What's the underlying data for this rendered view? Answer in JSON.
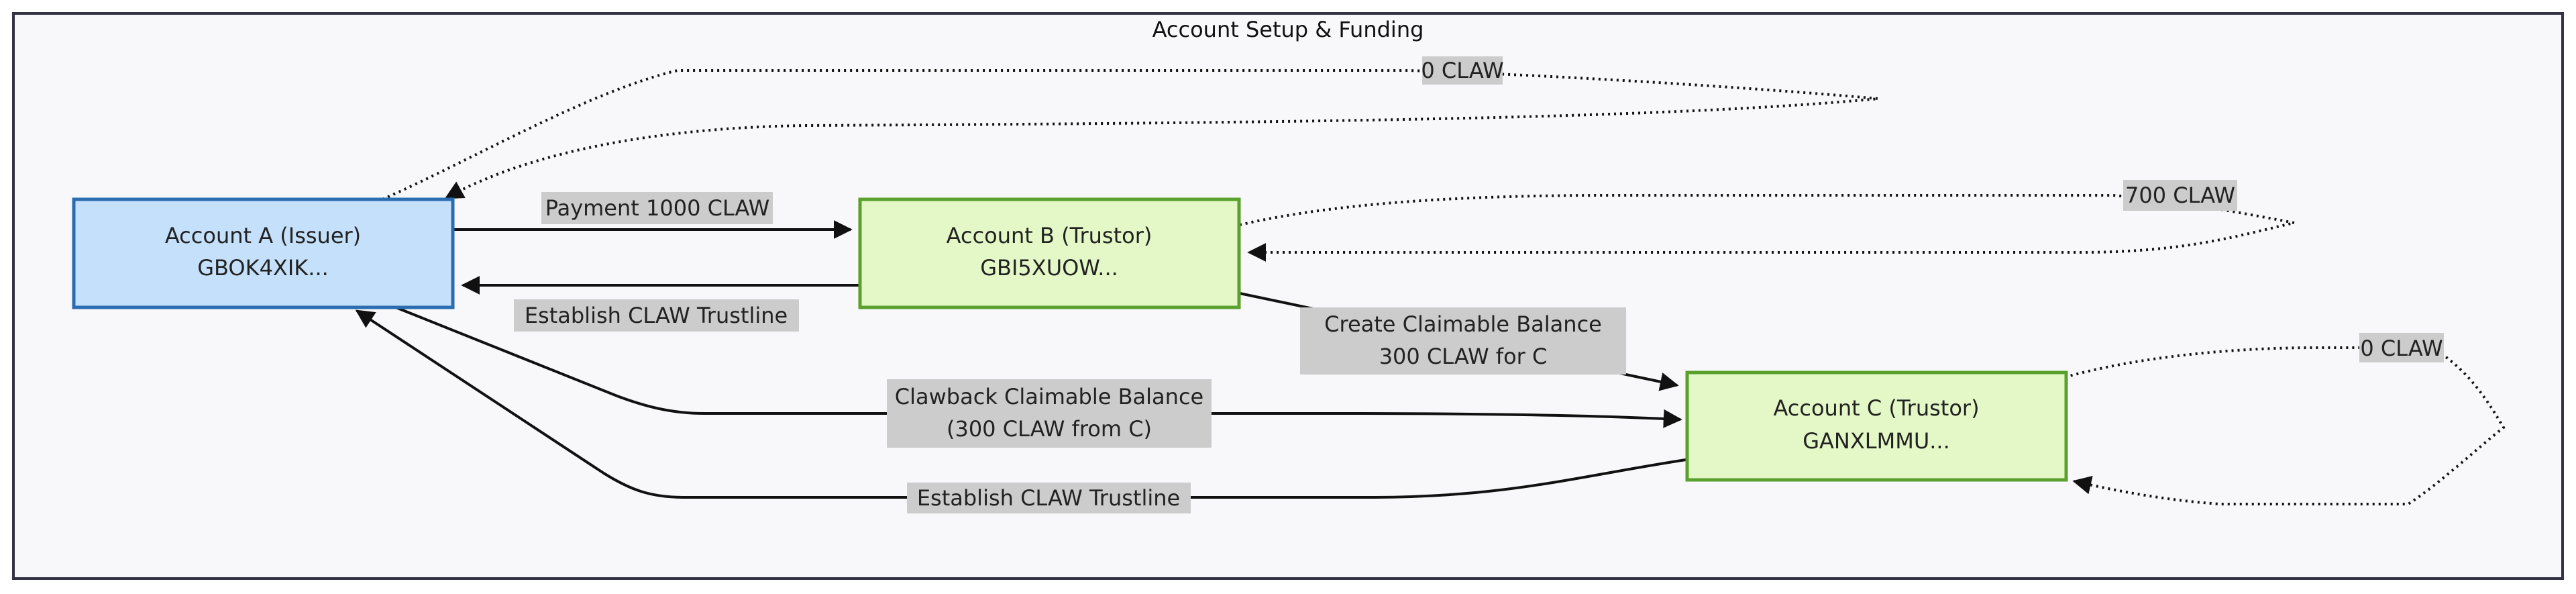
{
  "diagram": {
    "title": "Account Setup & Funding",
    "nodes": [
      {
        "id": "a",
        "title": "Account A (Issuer)",
        "subtitle": "GBOK4XIK...",
        "fill": "#c5e0fb",
        "stroke": "#2a6db0"
      },
      {
        "id": "b",
        "title": "Account B (Trustor)",
        "subtitle": "GBI5XUOW...",
        "fill": "#e3f8c6",
        "stroke": "#5aa02c"
      },
      {
        "id": "c",
        "title": "Account C (Trustor)",
        "subtitle": "GANXLMMU...",
        "fill": "#e3f8c6",
        "stroke": "#5aa02c"
      }
    ],
    "edges": [
      {
        "id": "a-self",
        "from": "a",
        "to": "a",
        "label": "0 CLAW",
        "style": "dotted"
      },
      {
        "id": "a-b-payment",
        "from": "a",
        "to": "b",
        "label": "Payment 1000 CLAW",
        "style": "solid"
      },
      {
        "id": "b-a-trustline",
        "from": "b",
        "to": "a",
        "label": "Establish CLAW Trustline",
        "style": "solid"
      },
      {
        "id": "b-self",
        "from": "b",
        "to": "b",
        "label": "700 CLAW",
        "style": "dotted"
      },
      {
        "id": "b-c-claimable",
        "from": "b",
        "to": "c",
        "label": "Create Claimable Balance 300 CLAW for C",
        "style": "solid"
      },
      {
        "id": "a-c-clawback",
        "from": "a",
        "to": "c",
        "label": "Clawback Claimable Balance (300 CLAW from C)",
        "style": "solid"
      },
      {
        "id": "c-a-trustline",
        "from": "c",
        "to": "a",
        "label": "Establish CLAW Trustline",
        "style": "solid"
      },
      {
        "id": "c-self",
        "from": "c",
        "to": "c",
        "label": "0 CLAW",
        "style": "dotted"
      }
    ],
    "colors": {
      "background": "#f8f8fa",
      "frame": "#333344",
      "edge": "#111111",
      "label_bg": "#cccccc",
      "text": "#222222"
    }
  }
}
